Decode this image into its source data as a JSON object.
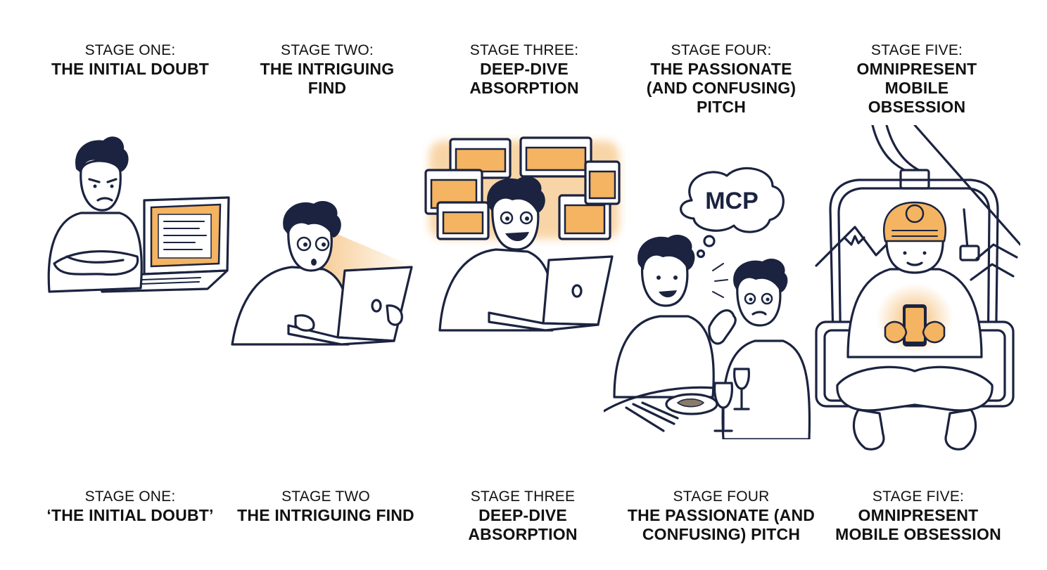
{
  "top_captions": [
    {
      "kicker": "STAGE ONE:",
      "headline": "THE INITIAL DOUBT"
    },
    {
      "kicker": "STAGE TWO:",
      "headline": "THE INTRIGUING FIND"
    },
    {
      "kicker": "STAGE THREE:",
      "headline": "DEEP-DIVE ABSORPTION"
    },
    {
      "kicker": "STAGE FOUR:",
      "headline": "THE PASSIONATE (AND CONFUSING) PITCH"
    },
    {
      "kicker": "STAGE FIVE:",
      "headline": "OMNIPRESENT MOBILE OBSESSION"
    }
  ],
  "bottom_captions": [
    {
      "kicker": "STAGE ONE:",
      "headline": "‘THE INITIAL DOUBT’"
    },
    {
      "kicker": "STAGE TWO",
      "headline": "THE INTRIGUING FIND"
    },
    {
      "kicker": "STAGE THREE",
      "headline": "DEEP-DIVE ABSORPTION"
    },
    {
      "kicker": "STAGE FOUR",
      "headline": "THE PASSIONATE (AND CONFUSING) PITCH"
    },
    {
      "kicker": "STAGE FIVE:",
      "headline": "OMNIPRESENT MOBILE OBSESSION"
    }
  ],
  "speech_bubble": {
    "text": "MCP"
  },
  "colors": {
    "ink": "#1b2340",
    "accent": "#f4b461",
    "accent_light": "#fbd9a8"
  },
  "icons": [
    "laptop-icon",
    "browser-window-icon",
    "thought-bubble-icon",
    "smartphone-icon",
    "chairlift-icon",
    "mountain-icon",
    "wine-glass-icon",
    "cutlery-icon"
  ]
}
